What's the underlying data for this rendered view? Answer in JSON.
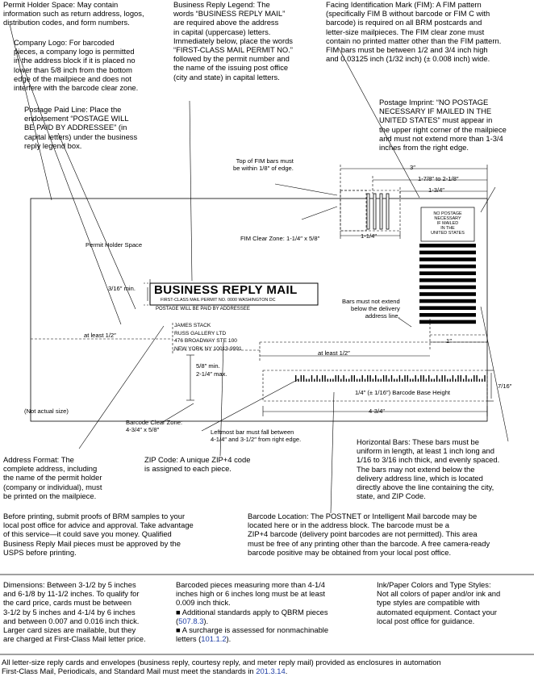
{
  "annotations": {
    "permit_holder_space": [
      "Permit Holder Space: May contain",
      "information such as return address, logos,",
      "distribution codes, and form numbers."
    ],
    "company_logo": [
      "Company Logo: For barcoded",
      "pieces, a company logo is permitted",
      "in the address block if it is placed no",
      "lower than 5/8 inch from the bottom",
      "edge of the mailpiece and does not",
      "interfere with the barcode clear zone."
    ],
    "postage_paid_line": [
      "Postage Paid Line: Place the",
      "endorsement “POSTAGE WILL",
      "BE PAID BY ADDRESSEE” (in",
      "capital letters) under the business",
      "reply legend box."
    ],
    "business_reply_legend": [
      "Business Reply Legend: The",
      "words “BUSINESS REPLY MAIL”",
      "are required above the address",
      "in capital (uppercase) letters.",
      "Immediately below, place the words",
      "“FIRST-CLASS MAIL PERMIT NO.”",
      "followed by the permit number and",
      "the name of the issuing post office",
      "(city and state) in capital letters."
    ],
    "fim": [
      "Facing Identification Mark (FIM): A FIM pattern",
      "(specifically FIM B without barcode or FIM C with",
      "barcode) is required on all BRM postcards and",
      "letter-size mailpieces.  The FIM clear zone must",
      "contain no printed matter other than the FIM pattern.",
      "FIM bars must be between 1/2 and 3/4 inch high",
      "and 0.03125 inch (1/32 inch) (± 0.008 inch) wide."
    ],
    "postage_imprint": [
      "Postage Imprint: “NO POSTAGE",
      "NECESSARY IF MAILED IN THE",
      "UNITED STATES” must appear in",
      "the upper right corner of the mailpiece",
      "and must not extend more than 1-3/4",
      "inches from the right edge."
    ],
    "address_format": [
      "Address Format: The",
      "complete address, including",
      "the name of the permit holder",
      "(company or individual), must",
      "be printed on the mailpiece."
    ],
    "zip_code": [
      "ZIP Code: A unique ZIP+4 code",
      "is assigned to each piece."
    ],
    "horizontal_bars": [
      "Horizontal Bars: These bars must be",
      "uniform in length, at least 1 inch long and",
      "1/16 to 3/16 inch thick, and evenly spaced.",
      "The bars may not extend below the",
      "delivery address line, which is located",
      "directly above the line containing the city,",
      "state, and ZIP Code."
    ],
    "before_printing": [
      "Before printing, submit proofs of BRM samples to your",
      "local post office for advice and approval. Take advantage",
      "of this service—it could save you money. Qualified",
      "Business Reply Mail pieces must be approved by the",
      "USPS before printing."
    ],
    "barcode_location": [
      "Barcode Location: The POSTNET or Intelligent Mail barcode may be",
      "located here or in the address block. The barcode must be a",
      "ZIP+4 barcode (delivery point barcodes are not permitted). This area",
      "must be free of any printing other than the barcode. A free camera-ready",
      "barcode positive may be obtained from your local post office."
    ]
  },
  "diagram": {
    "top_fim_note": [
      "Top of FIM bars must",
      "be within 1/8″ of edge."
    ],
    "fim_clear_zone": "FIM Clear Zone: 1-1/4″ x 5/8″",
    "dim_3in": "3″",
    "dim_1_7_8": "1-7/8″ to 2-1/8″",
    "dim_1_3_4": "1-3/4″",
    "dim_1_1_4": "1-1/4″",
    "permit_holder_label": "Permit Holder Space",
    "dim_3_16": "3/16″ min.",
    "brm_title": "BUSINESS REPLY MAIL",
    "brm_permit_line": "FIRST-CLASS MAIL      PERMIT NO. 0000      WASHINGTON DC",
    "postage_will_be_paid": "POSTAGE WILL BE PAID BY ADDRESSEE",
    "address_lines": [
      "JAMES STACK",
      "RUSS GALLERY LTD",
      "476 BROADWAY STE 100",
      "NEW YORK NY  10013-9991"
    ],
    "at_least_half_left": "at least 1/2″",
    "at_least_half_mid": "at least 1/2″",
    "dim_5_8_min": "5/8″ min.",
    "dim_2_1_4_max": "2-1/4″ max.",
    "bars_note": [
      "Bars must not extend",
      "below the delivery",
      "address line."
    ],
    "dim_1in": "1″",
    "barcode_base": "1/4″ (± 1/16″) Barcode Base Height",
    "dim_7_16": "7/16″",
    "dim_4_3_4": "4-3/4″",
    "not_actual_size": "(Not actual size)",
    "barcode_clear_zone": [
      "Barcode Clear Zone:",
      "4-3/4″ x 5/8″"
    ],
    "leftmost_bar": [
      "Leftmost bar must fall between",
      "4-1/4″ and 3-1/2″ from right edge."
    ],
    "no_postage_box": [
      "NO POSTAGE",
      "NECESSARY",
      "IF MAILED",
      "IN THE",
      "UNITED STATES"
    ]
  },
  "footer": {
    "dimensions": [
      "Dimensions: Between 3-1/2 by 5 inches",
      "and 6-1/8 by 11-1/2 inches. To qualify for",
      "the card price, cards must be between",
      "3-1/2 by 5 inches and 4-1/4 by 6 inches",
      "and between 0.007 and 0.016 inch thick.",
      "Larger card sizes are mailable, but they",
      "are charged at First-Class Mail letter price."
    ],
    "barcoded_pieces": [
      "Barcoded pieces measuring more than 4-1/4",
      "inches high or 6 inches long must be at least",
      "0.009 inch thick."
    ],
    "bullet1_text": "■ Additional standards apply to QBRM pieces",
    "bullet1_ref": "507.8.3",
    "bullet2_text_a": "■ A surcharge is assessed for nonmachinable",
    "bullet2_text_b": "letters (",
    "bullet2_ref": "101.1.2",
    "ink_paper": [
      "Ink/Paper Colors and Type Styles:",
      "Not all colors of paper and/or ink and",
      "type styles are compatible with",
      "automated equipment. Contact your",
      "local post office for guidance."
    ],
    "bottom_line_1": "All letter-size reply cards and envelopes (business reply, courtesy reply, and meter reply mail) provided as enclosures in automation",
    "bottom_line_2": "First-Class Mail, Periodicals, and Standard Mail must meet the standards in ",
    "bottom_ref": "201.3.14"
  },
  "colors": {
    "link": "#1f3fa6",
    "ink": "#000000"
  },
  "horizontal_bar_count": 12
}
